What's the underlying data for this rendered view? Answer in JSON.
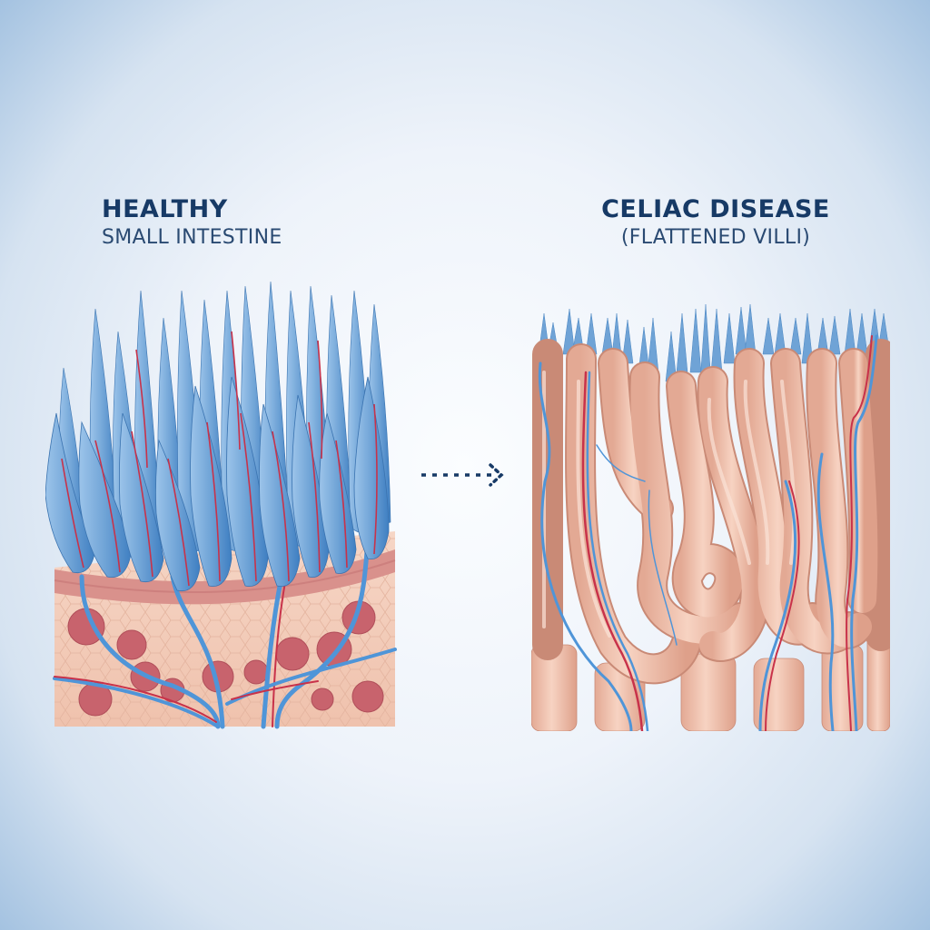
{
  "healthy": {
    "title": "HEALTHY",
    "subtitle": "SMALL INTESTINE"
  },
  "celiac": {
    "title": "CELIAC DISEASE",
    "subtitle": "(FLATTENED VILLI)"
  },
  "transition_arrow": {
    "icon": "dotted-arrow-right-icon",
    "color": "#173a66"
  },
  "colors": {
    "title_text": "#173a66",
    "villi_blue": "#6fa3d6",
    "villi_blue_dark": "#3f7fc2",
    "capillary_red": "#c8324a",
    "vessel_blue": "#4f95d8",
    "tissue_pink": "#f2c9b5",
    "tissue_layer": "#d9918c",
    "cell_red": "#c8636d",
    "fused_villi": "#ebb9a3",
    "background_center": "#fbfdff",
    "background_edge": "#9fbfdf"
  }
}
